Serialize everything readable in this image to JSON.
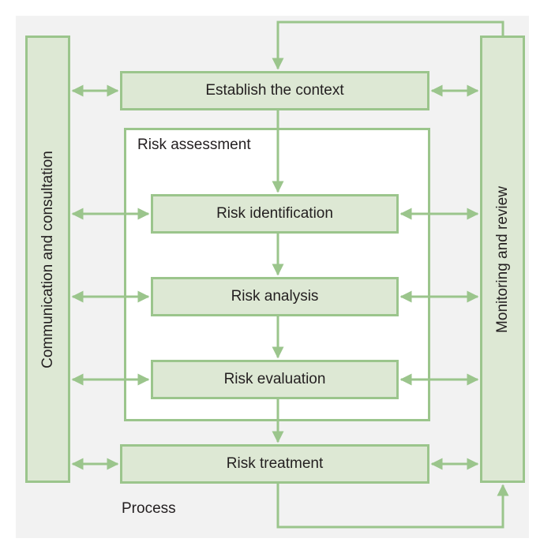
{
  "diagram": {
    "boxes": {
      "context": "Establish the context",
      "identification": "Risk identification",
      "analysis": "Risk analysis",
      "evaluation": "Risk evaluation",
      "treatment": "Risk treatment"
    },
    "side_panels": {
      "left": "Communication and consultation",
      "right": "Monitoring and review"
    },
    "frame_label": "Risk assessment",
    "caption": "Process"
  },
  "colors": {
    "box_fill": "#dde8d4",
    "box_border": "#9bc58c",
    "arrow": "#9bc58c",
    "background": "#f2f2f2"
  }
}
